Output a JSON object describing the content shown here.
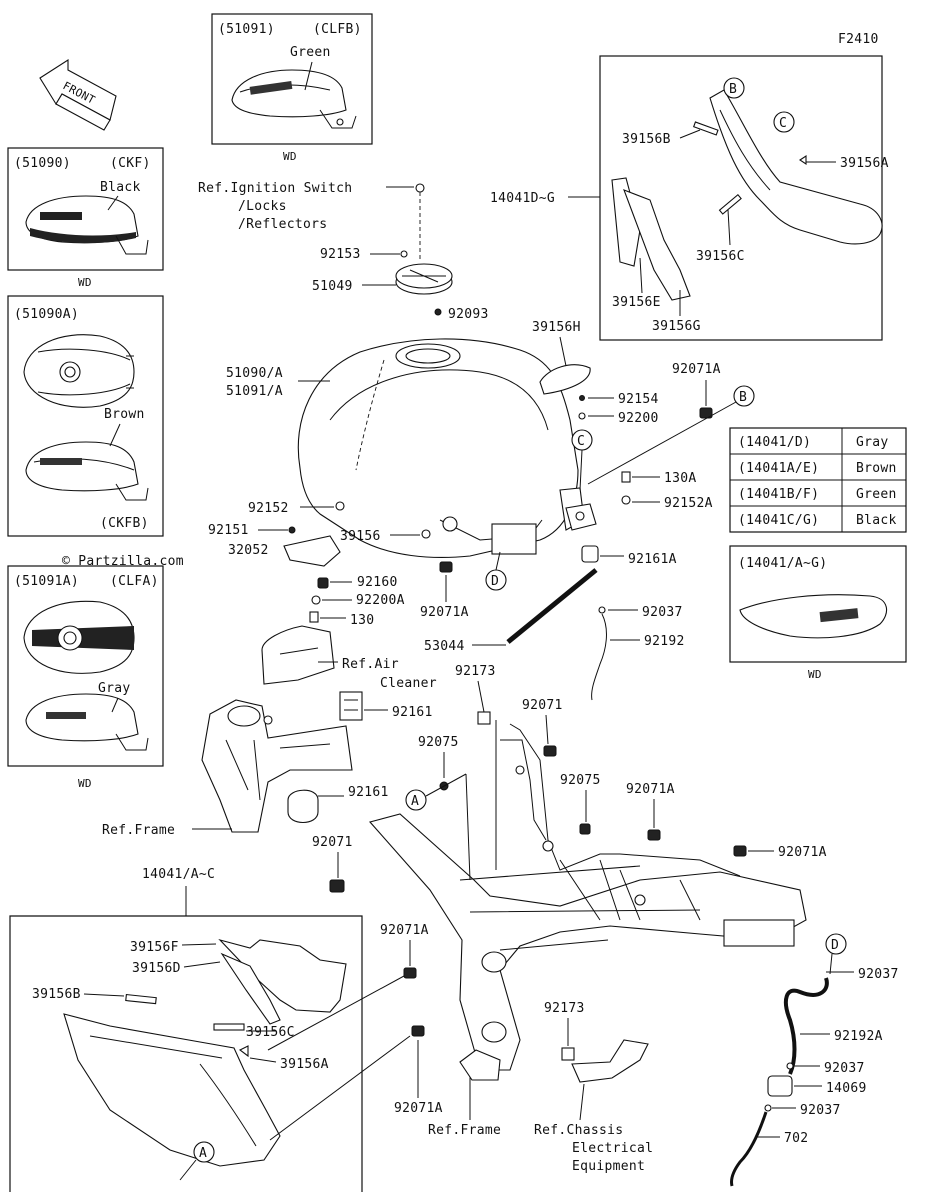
{
  "header": {
    "figure_code": "F2410",
    "front_label": "FRONT",
    "watermark": "© Partzilla.com"
  },
  "variants": {
    "clfb": {
      "code": "(51091)",
      "color_code": "(CLFB)",
      "color": "Green",
      "wd": "WD"
    },
    "ckf": {
      "code": "(51090)",
      "color_code": "(CKF)",
      "color": "Black",
      "wd": "WD"
    },
    "ckfb": {
      "code": "(51090A)",
      "color_code": "(CKFB)",
      "color": "Brown"
    },
    "clfa": {
      "code": "(51091A)",
      "color_code": "(CLFA)",
      "color": "Gray",
      "wd": "WD"
    },
    "side_cover": {
      "code": "(14041/A~G)",
      "wd": "WD"
    }
  },
  "color_table": [
    {
      "code": "(14041/D)",
      "color": "Gray"
    },
    {
      "code": "(14041A/E)",
      "color": "Brown"
    },
    {
      "code": "(14041B/F)",
      "color": "Green"
    },
    {
      "code": "(14041C/G)",
      "color": "Black"
    }
  ],
  "callouts": {
    "A": "A",
    "B": "B",
    "C": "C",
    "D": "D"
  },
  "labels": {
    "ignition_1": "Ref.Ignition Switch",
    "ignition_2": "/Locks",
    "ignition_3": "/Reflectors",
    "p92153": "92153",
    "p51049": "51049",
    "p92093": "92093",
    "p51090a": "51090/A",
    "p51091a": "51091/A",
    "p39156h": "39156H",
    "p92154": "92154",
    "p92200": "92200",
    "p92071a_top": "92071A",
    "p130a": "130A",
    "p92152a": "92152A",
    "p92161a": "92161A",
    "p92152": "92152",
    "p92151": "92151",
    "p32052": "32052",
    "p39156": "39156",
    "p92160": "92160",
    "p92200a": "92200A",
    "p130": "130",
    "p92071a_mid": "92071A",
    "p92037_top": "92037",
    "p53044": "53044",
    "p92192": "92192",
    "air_1": "Ref.Air",
    "air_2": "Cleaner",
    "p92173_top": "92173",
    "p92161_a": "92161",
    "p92071_top": "92071",
    "p92075_l": "92075",
    "p92075_r": "92075",
    "p92071a_r1": "92071A",
    "p92161_b": "92161",
    "ref_frame_l": "Ref.Frame",
    "p92071_l": "92071",
    "p92071a_r2": "92071A",
    "p14041ac": "14041/A~C",
    "p39156f": "39156F",
    "p39156d": "39156D",
    "p39156b_bl": "39156B",
    "p39156c_bl": "39156C",
    "p39156a_bl": "39156A",
    "p92071a_lo1": "92071A",
    "p92071a_lo2": "92071A",
    "p92173_bot": "92173",
    "ref_frame_b": "Ref.Frame",
    "chassis_1": "Ref.Chassis",
    "chassis_2": "Electrical",
    "chassis_3": "Equipment",
    "p92037_1": "92037",
    "p92192a": "92192A",
    "p92037_2": "92037",
    "p14069": "14069",
    "p92037_3": "92037",
    "p702": "702",
    "p14041dg": "14041D~G",
    "p39156b_tr": "39156B",
    "p39156a_tr": "39156A",
    "p39156c_tr": "39156C",
    "p39156e": "39156E",
    "p39156g": "39156G"
  },
  "colors": {
    "line": "#111111",
    "background": "#ffffff"
  }
}
